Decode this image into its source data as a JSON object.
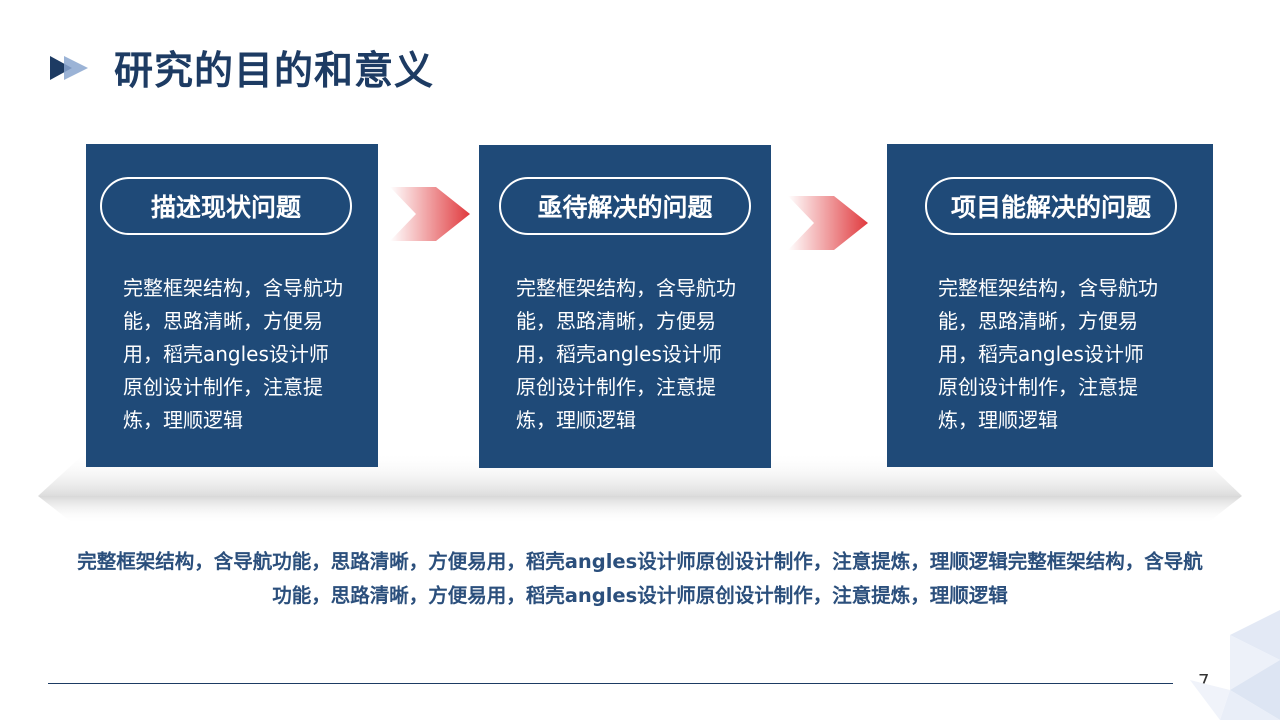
{
  "header": {
    "title": "研究的目的和意义",
    "icon": "play-arrows-icon"
  },
  "colors": {
    "primary": "#1f4a78",
    "title": "#1d3b63",
    "accent": "#e03a3e",
    "summary_text": "#2b4f7c"
  },
  "cards": [
    {
      "heading": "描述现状问题",
      "body": "完整框架结构，含导航功能，思路清晰，方便易用，稻壳angles设计师原创设计制作，注意提炼，理顺逻辑"
    },
    {
      "heading": "亟待解决的问题",
      "body": "完整框架结构，含导航功能，思路清晰，方便易用，稻壳angles设计师原创设计制作，注意提炼，理顺逻辑"
    },
    {
      "heading": "项目能解决的问题",
      "body": "完整框架结构，含导航功能，思路清晰，方便易用，稻壳angles设计师原创设计制作，注意提炼，理顺逻辑"
    }
  ],
  "summary": "完整框架结构，含导航功能，思路清晰，方便易用，稻壳angles设计师原创设计制作，注意提炼，理顺逻辑完整框架结构，含导航功能，思路清晰，方便易用，稻壳angles设计师原创设计制作，注意提炼，理顺逻辑",
  "footer": {
    "page_number": "7"
  }
}
